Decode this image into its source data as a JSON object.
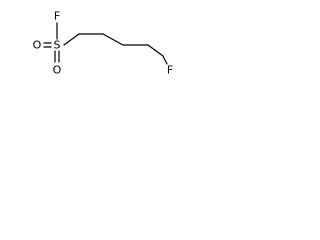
{
  "molecule": {
    "atoms": {
      "f_top": "F",
      "s": "S",
      "o_left": "O",
      "o_bottom": "O",
      "f_right": "F"
    }
  }
}
